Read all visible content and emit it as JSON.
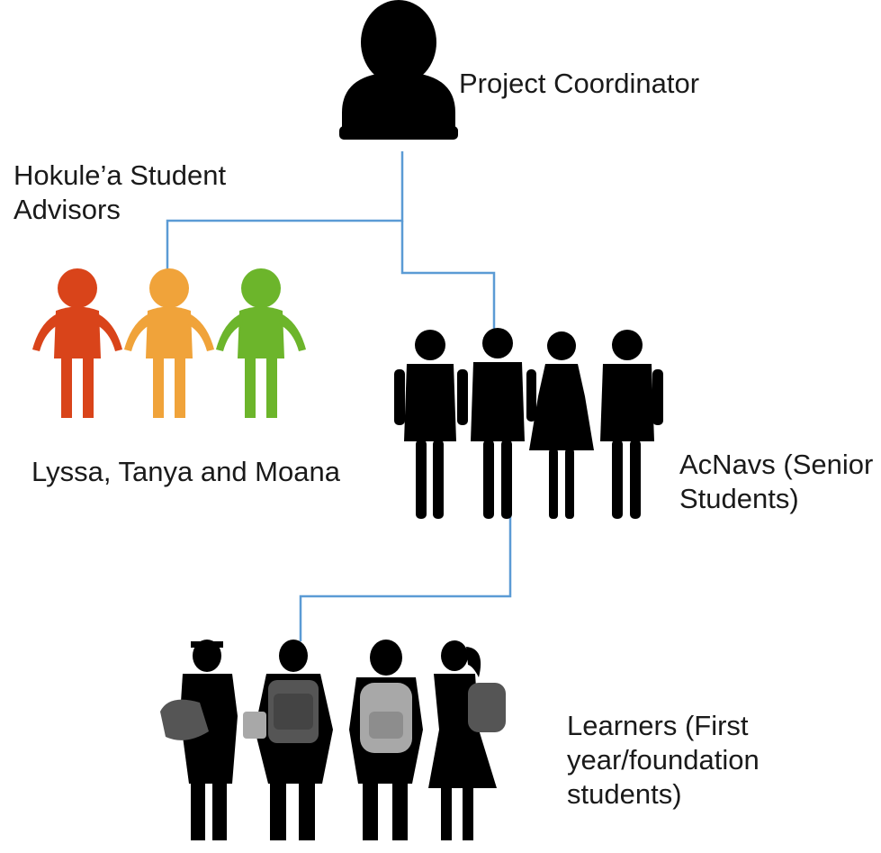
{
  "colors": {
    "connector": "#5b9bd5",
    "silhouette": "#000000",
    "advisor_red": "#d9441a",
    "advisor_orange": "#f0a33a",
    "advisor_green": "#6cb52b",
    "backpack_grey": "#555555",
    "backpack_light": "#a8a8a8"
  },
  "nodes": {
    "coordinator": {
      "label": "Project Coordinator",
      "icon": "person-icon"
    },
    "advisors": {
      "label_line1": "Hokule’a Student",
      "label_line2": "Advisors",
      "names": "Lyssa, Tanya and Moana",
      "icon": "three-children-icon"
    },
    "acnavs": {
      "label_line1": "AcNavs (Senior",
      "label_line2": "Students)",
      "icon": "group-of-four-people-icon"
    },
    "learners": {
      "label_line1": "Learners (First",
      "label_line2": "year/foundation",
      "label_line3": "students)",
      "icon": "students-with-backpacks-icon"
    }
  }
}
